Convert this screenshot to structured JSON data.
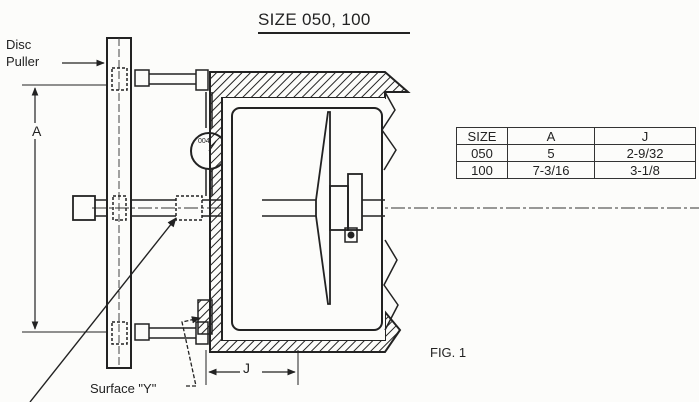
{
  "title": "SIZE 050, 100",
  "labels": {
    "disc_puller_line1": "Disc",
    "disc_puller_line2": "Puller",
    "dimension_a": "A",
    "dimension_j": "J",
    "surface_y": "Surface \"Y\"",
    "figure": "FIG. 1",
    "gauge_reading": "004"
  },
  "table": {
    "headers": [
      "SIZE",
      "A",
      "J"
    ],
    "rows": [
      [
        "050",
        "5",
        "2-9/32"
      ],
      [
        "100",
        "7-3/16",
        "3-1/8"
      ]
    ]
  }
}
